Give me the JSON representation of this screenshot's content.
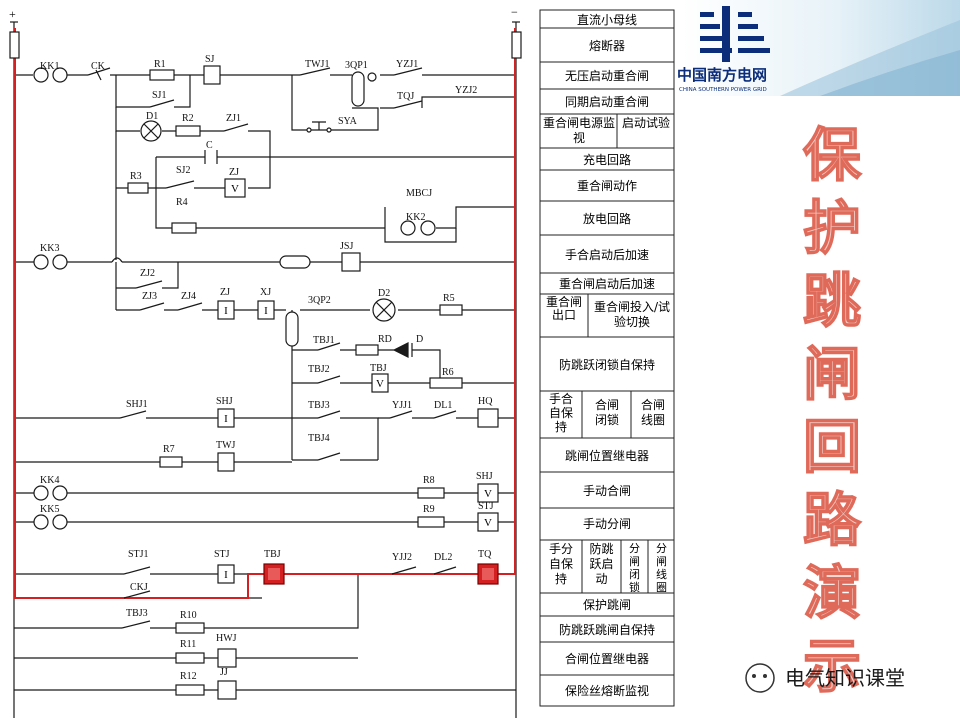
{
  "rails": {
    "positive": "+",
    "negative": "−"
  },
  "component_labels": [
    {
      "id": "kk1",
      "text": "KK1"
    },
    {
      "id": "ck",
      "text": "CK"
    },
    {
      "id": "r1",
      "text": "R1"
    },
    {
      "id": "sj",
      "text": "SJ"
    },
    {
      "id": "twj1",
      "text": "TWJ1"
    },
    {
      "id": "3qp1",
      "text": "3QP1"
    },
    {
      "id": "yzj1",
      "text": "YZJ1"
    },
    {
      "id": "tqj",
      "text": "TQJ"
    },
    {
      "id": "yzj2",
      "text": "YZJ2"
    },
    {
      "id": "sj1",
      "text": "SJ1"
    },
    {
      "id": "sya",
      "text": "SYA"
    },
    {
      "id": "d1",
      "text": "D1"
    },
    {
      "id": "r2",
      "text": "R2"
    },
    {
      "id": "zj1",
      "text": "ZJ1"
    },
    {
      "id": "c",
      "text": "C"
    },
    {
      "id": "r3",
      "text": "R3"
    },
    {
      "id": "sj2",
      "text": "SJ2"
    },
    {
      "id": "zj",
      "text": "ZJ"
    },
    {
      "id": "r4",
      "text": "R4"
    },
    {
      "id": "mbcj",
      "text": "MBCJ"
    },
    {
      "id": "kk2",
      "text": "KK2"
    },
    {
      "id": "kk3",
      "text": "KK3"
    },
    {
      "id": "jsj",
      "text": "JSJ"
    },
    {
      "id": "zj2",
      "text": "ZJ2"
    },
    {
      "id": "zj3",
      "text": "ZJ3"
    },
    {
      "id": "zj4",
      "text": "ZJ4"
    },
    {
      "id": "zj_b",
      "text": "ZJ"
    },
    {
      "id": "xj",
      "text": "XJ"
    },
    {
      "id": "3qp2",
      "text": "3QP2"
    },
    {
      "id": "d2",
      "text": "D2"
    },
    {
      "id": "r5",
      "text": "R5"
    },
    {
      "id": "tbj1",
      "text": "TBJ1"
    },
    {
      "id": "rd",
      "text": "RD"
    },
    {
      "id": "d",
      "text": "D"
    },
    {
      "id": "tbj2",
      "text": "TBJ2"
    },
    {
      "id": "tbj",
      "text": "TBJ"
    },
    {
      "id": "r6",
      "text": "R6"
    },
    {
      "id": "shj1",
      "text": "SHJ1"
    },
    {
      "id": "shj",
      "text": "SHJ"
    },
    {
      "id": "tbj3",
      "text": "TBJ3"
    },
    {
      "id": "yjj1",
      "text": "YJJ1"
    },
    {
      "id": "dl1",
      "text": "DL1"
    },
    {
      "id": "hq",
      "text": "HQ"
    },
    {
      "id": "tbj4",
      "text": "TBJ4"
    },
    {
      "id": "r7",
      "text": "R7"
    },
    {
      "id": "twj",
      "text": "TWJ"
    },
    {
      "id": "kk4",
      "text": "KK4"
    },
    {
      "id": "r8",
      "text": "R8"
    },
    {
      "id": "shj_v",
      "text": "SHJ"
    },
    {
      "id": "kk5",
      "text": "KK5"
    },
    {
      "id": "r9",
      "text": "R9"
    },
    {
      "id": "stj_v",
      "text": "STJ"
    },
    {
      "id": "stj1",
      "text": "STJ1"
    },
    {
      "id": "stj",
      "text": "STJ"
    },
    {
      "id": "tbj_red",
      "text": "TBJ"
    },
    {
      "id": "yjj2",
      "text": "YJJ2"
    },
    {
      "id": "dl2",
      "text": "DL2"
    },
    {
      "id": "tq",
      "text": "TQ"
    },
    {
      "id": "ckj",
      "text": "CKJ"
    },
    {
      "id": "tbj3b",
      "text": "TBJ3"
    },
    {
      "id": "r10",
      "text": "R10"
    },
    {
      "id": "r11",
      "text": "R11"
    },
    {
      "id": "hwj",
      "text": "HWJ"
    },
    {
      "id": "r12",
      "text": "R12"
    },
    {
      "id": "jj",
      "text": "JJ"
    }
  ],
  "box_glyphs": {
    "current": "I",
    "voltage": "V"
  },
  "function_labels": [
    {
      "id": "dc_bus",
      "text": "直流小母线"
    },
    {
      "id": "fuse",
      "text": "熔断器"
    },
    {
      "id": "novolt_start",
      "text": "无压启动重合闸"
    },
    {
      "id": "sync_start",
      "text": "同期启动重合闸"
    },
    {
      "id": "recl_power_mon",
      "text": "重合闸电源监视"
    },
    {
      "id": "start_test",
      "text": "启动试验"
    },
    {
      "id": "charge",
      "text": "充电回路"
    },
    {
      "id": "recl_action",
      "text": "重合闸动作"
    },
    {
      "id": "discharge",
      "text": "放电回路"
    },
    {
      "id": "manual_accel",
      "text": "手合启动后加速"
    },
    {
      "id": "recl_accel",
      "text": "重合闸启动后加速"
    },
    {
      "id": "recl_out",
      "text": "重合闸出口"
    },
    {
      "id": "recl_switch",
      "text": "重合闸投入/试验切换"
    },
    {
      "id": "anti_jump_close",
      "text": "防跳跃闭锁自保持"
    },
    {
      "id": "manual_hold",
      "text": "手合自保持"
    },
    {
      "id": "close_lock",
      "text": "合闸闭锁"
    },
    {
      "id": "close_coil",
      "text": "合闸线圈"
    },
    {
      "id": "trip_pos_relay",
      "text": "跳闸位置继电器"
    },
    {
      "id": "manual_close",
      "text": "手动合闸"
    },
    {
      "id": "manual_trip",
      "text": "手动分闸"
    },
    {
      "id": "manual_trip_hold",
      "text": "手分自保持"
    },
    {
      "id": "anti_jump_start",
      "text": "防跳跃启动"
    },
    {
      "id": "trip_lock",
      "text": "分闸闭锁"
    },
    {
      "id": "trip_coil",
      "text": "分闸线圈"
    },
    {
      "id": "prot_trip",
      "text": "保护跳闸"
    },
    {
      "id": "anti_jump_trip_hold",
      "text": "防跳跃跳闸自保持"
    },
    {
      "id": "close_pos_relay",
      "text": "合闸位置继电器"
    },
    {
      "id": "fuse_mon",
      "text": "保险丝熔断监视"
    }
  ],
  "logo": {
    "cn": "中国南方电网",
    "en": "CHINA SOUTHERN POWER GRID"
  },
  "title": "保护跳闸回路演示",
  "watermark": "电气知识课堂",
  "colors": {
    "highlight_path": "#d42020",
    "logo_blue": "#0b2d7a",
    "title_fill": "#f2c9c2",
    "title_stroke": "#e06a5a"
  }
}
